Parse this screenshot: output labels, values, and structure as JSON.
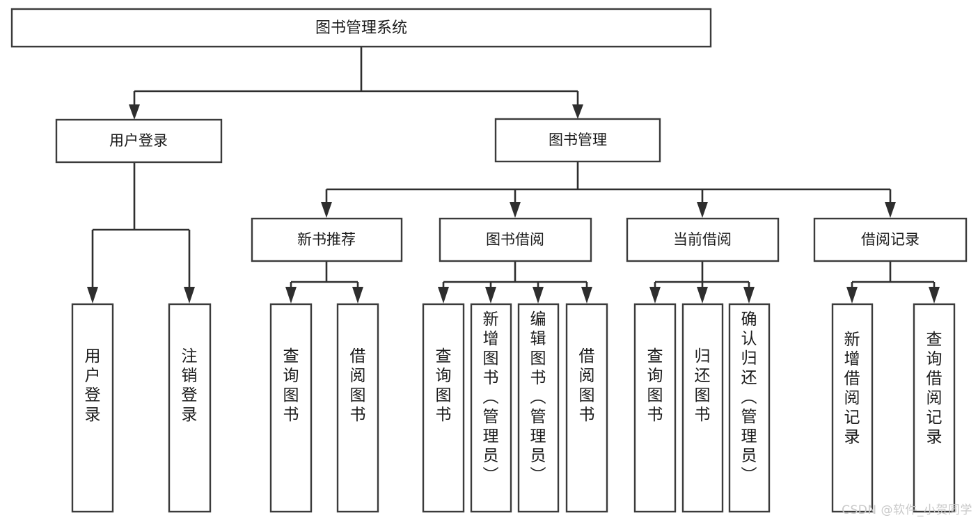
{
  "diagram": {
    "type": "tree",
    "title": "图书管理系统",
    "watermark": "CSDN @软件_小贺同学",
    "colors": {
      "box_stroke": "#3b3b3b",
      "connector": "#2e2e2e",
      "background": "#ffffff",
      "text": "#1b1b1b",
      "watermark": "#c9c9c9"
    },
    "root": {
      "label": "图书管理系统"
    },
    "level2": [
      {
        "label": "用户登录"
      },
      {
        "label": "图书管理"
      }
    ],
    "level3": [
      {
        "label": "新书推荐"
      },
      {
        "label": "图书借阅"
      },
      {
        "label": "当前借阅"
      },
      {
        "label": "借阅记录"
      }
    ],
    "leaves": {
      "user_login": [
        {
          "label": "用户登录"
        },
        {
          "label": "注销登录"
        }
      ],
      "new_book": [
        {
          "label": "查询图书"
        },
        {
          "label": "借阅图书"
        }
      ],
      "book_borrow": [
        {
          "label": "查询图书"
        },
        {
          "label": "新增图书（管理员）"
        },
        {
          "label": "编辑图书（管理员）"
        },
        {
          "label": "借阅图书"
        }
      ],
      "current_borrow": [
        {
          "label": "查询图书"
        },
        {
          "label": "归还图书"
        },
        {
          "label": "确认归还（管理员）"
        }
      ],
      "borrow_record": [
        {
          "label": "新增借阅记录"
        },
        {
          "label": "查询借阅记录"
        }
      ]
    }
  }
}
